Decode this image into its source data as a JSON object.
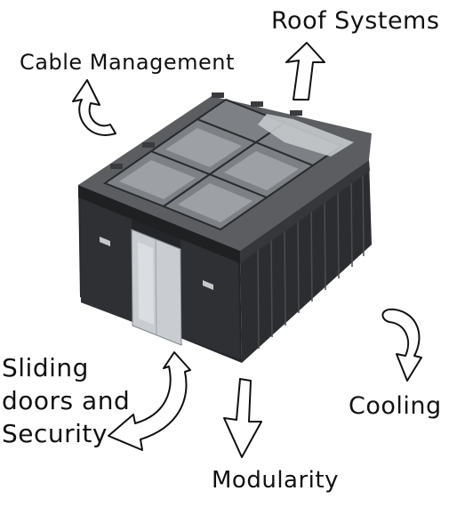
{
  "labels": {
    "roof_systems": "Roof Systems",
    "cable_management": "Cable Management",
    "sliding_doors_line1": "Sliding",
    "sliding_doors_line2": "doors and",
    "sliding_doors_line3": "Security",
    "cooling": "Cooling",
    "modularity": "Modularity"
  },
  "colors": {
    "cabinet_dark": "#2a2b2d",
    "cabinet_mid": "#3b3c3f",
    "roof_light": "#8e9094",
    "door_glass": "#cfd3d6",
    "arrow_stroke": "#111111"
  }
}
